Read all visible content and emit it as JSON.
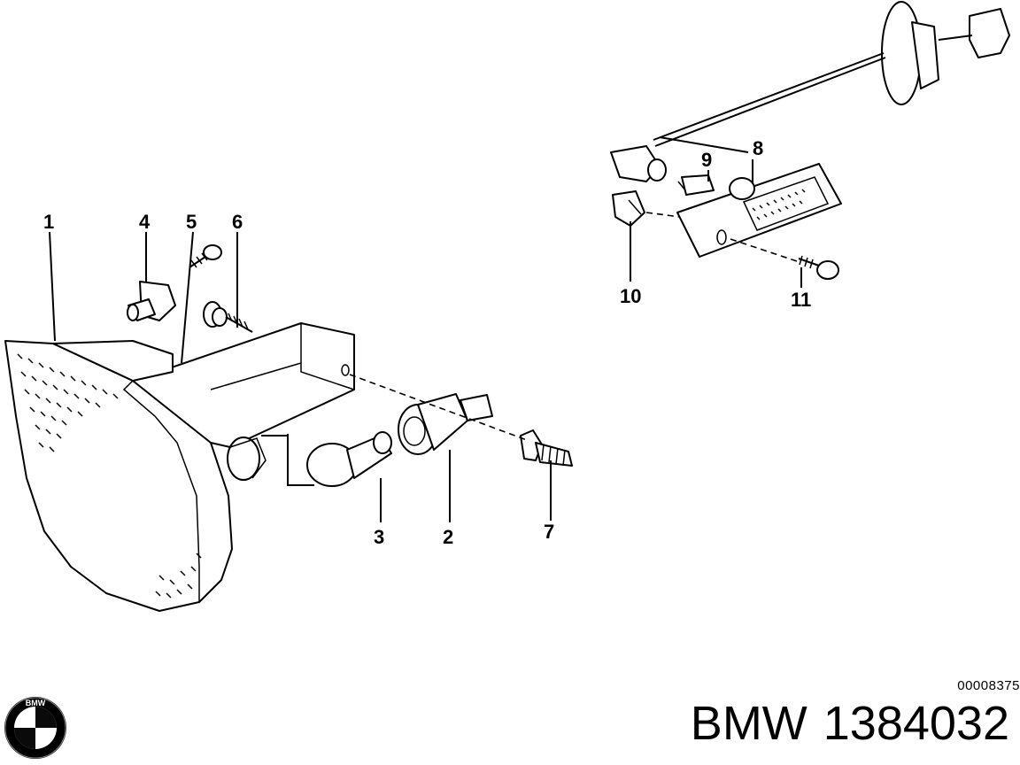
{
  "diagram": {
    "callouts": [
      "1",
      "2",
      "3",
      "4",
      "5",
      "6",
      "7",
      "8",
      "9",
      "10",
      "11"
    ]
  },
  "footer": {
    "ref_code": "00008375",
    "brand": "BMW",
    "part_number": "1384032",
    "logo_text": "BMW"
  }
}
